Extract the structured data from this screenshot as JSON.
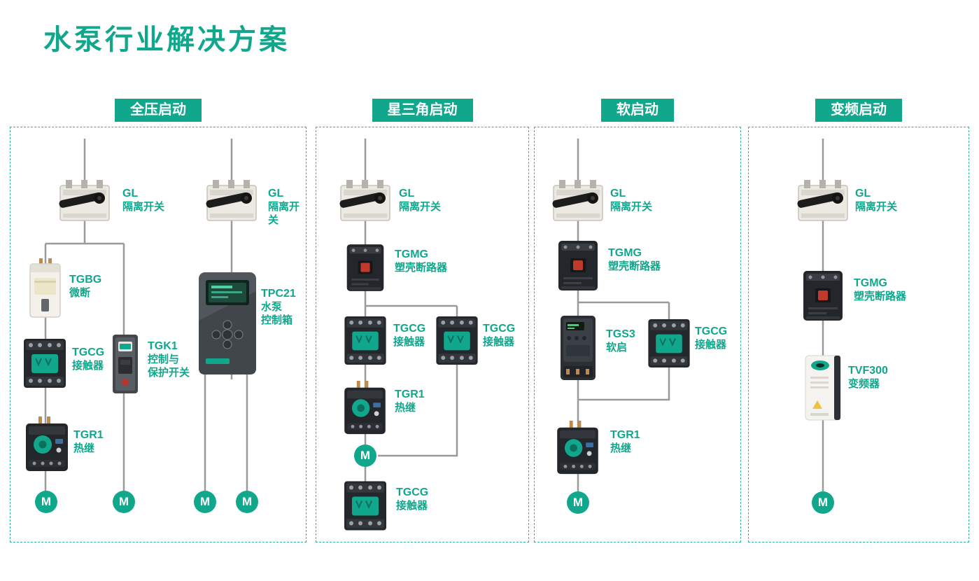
{
  "title": "水泵行业解决方案",
  "motor_label": "M",
  "colors": {
    "accent": "#10a78c",
    "wire": "#9a9a9a"
  },
  "panels": [
    {
      "header": "全压启动",
      "components": {
        "gl_left": {
          "name": "GL",
          "desc": "隔离开关"
        },
        "gl_right": {
          "name": "GL",
          "desc": "隔离开关"
        },
        "tgbg": {
          "name": "TGBG",
          "desc": "微断"
        },
        "tgcg": {
          "name": "TGCG",
          "desc": "接触器"
        },
        "tgr1": {
          "name": "TGR1",
          "desc": "热继"
        },
        "tgk1": {
          "name": "TGK1",
          "desc": "控制与\n保护开关"
        },
        "tpc21": {
          "name": "TPC21",
          "desc": "水泵\n控制箱"
        }
      }
    },
    {
      "header": "星三角启动",
      "components": {
        "gl": {
          "name": "GL",
          "desc": "隔离开关"
        },
        "tgmg": {
          "name": "TGMG",
          "desc": "塑壳断路器"
        },
        "tgcg_main": {
          "name": "TGCG",
          "desc": "接触器"
        },
        "tgcg_star": {
          "name": "TGCG",
          "desc": "接触器"
        },
        "tgr1": {
          "name": "TGR1",
          "desc": "热继"
        },
        "tgcg_delta": {
          "name": "TGCG",
          "desc": "接触器"
        }
      }
    },
    {
      "header": "软启动",
      "components": {
        "gl": {
          "name": "GL",
          "desc": "隔离开关"
        },
        "tgmg": {
          "name": "TGMG",
          "desc": "塑壳断路器"
        },
        "tgs3": {
          "name": "TGS3",
          "desc": "软启"
        },
        "tgcg": {
          "name": "TGCG",
          "desc": "接触器"
        },
        "tgr1": {
          "name": "TGR1",
          "desc": "热继"
        }
      }
    },
    {
      "header": "变频启动",
      "components": {
        "gl": {
          "name": "GL",
          "desc": "隔离开关"
        },
        "tgmg": {
          "name": "TGMG",
          "desc": "塑壳断路器"
        },
        "tvf300": {
          "name": "TVF300",
          "desc": "变频器"
        }
      }
    }
  ]
}
